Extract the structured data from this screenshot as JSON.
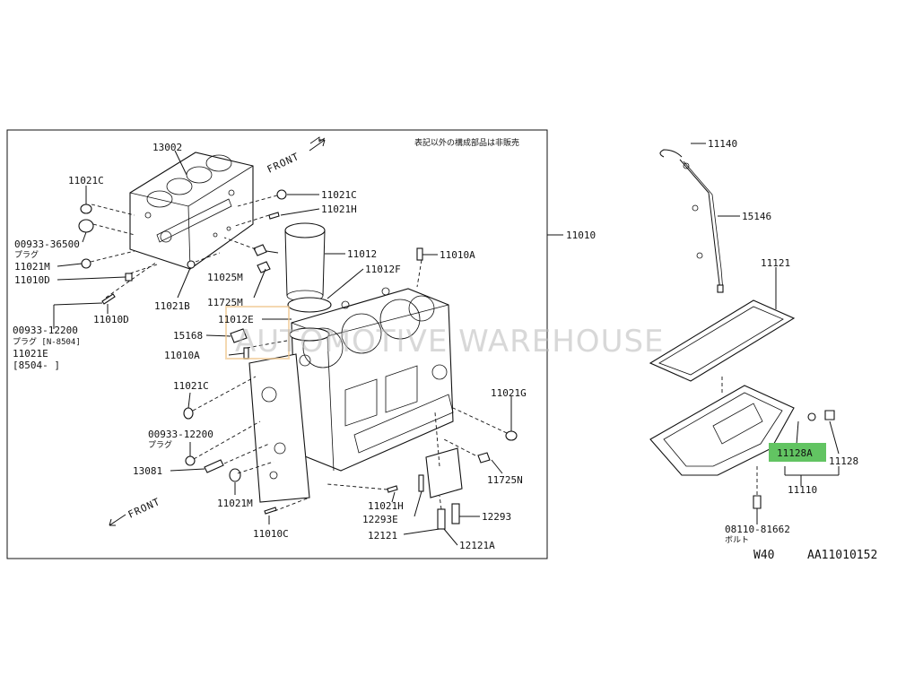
{
  "diagram": {
    "note_jp": "表記以外の構成部品は非販売",
    "front_labels": [
      "FRONT",
      "FRONT"
    ],
    "watermark": "AUTOMOTIVE WAREHOUSE",
    "footer": {
      "code_left": "W40",
      "code_right": "AA11010152"
    },
    "highlight_color": "#62c462",
    "labels": {
      "p13002": "13002",
      "p11021C_a": "11021C",
      "p11021C_b": "11021C",
      "p11021H_a": "11021H",
      "p00933_36500": "00933-36500",
      "plug_a": "プラグ",
      "p11021M_a": "11021M",
      "p11010D_a": "11010D",
      "p11021B": "11021B",
      "p11025M": "11025M",
      "p11725M": "11725M",
      "p11010D_b": "11010D",
      "p00933_12200_a": "00933-12200",
      "plug_b": "プラグ [N-8504]",
      "p11021E": "11021E",
      "range": "[8504-   ]",
      "p11012": "11012",
      "p11012F": "11012F",
      "p11010A_a": "11010A",
      "p11012E": "11012E",
      "p15168": "15168",
      "p11010A_b": "11010A",
      "p11021C_c": "11021C",
      "p00933_12200_b": "00933-12200",
      "plug_c": "プラグ",
      "p13081": "13081",
      "p11021M_b": "11021M",
      "p11021G": "11021G",
      "p11725N": "11725N",
      "p11021H_b": "11021H",
      "p12293E": "12293E",
      "p12293": "12293",
      "p12121": "12121",
      "p12121A": "12121A",
      "p11010C": "11010C",
      "p11010": "11010",
      "p11140": "11140",
      "p15146": "15146",
      "p11121": "11121",
      "p11128A": "11128A",
      "p11128": "11128",
      "p11110": "11110",
      "p08110_81662": "08110-81662",
      "bolt": "ボルト"
    }
  }
}
